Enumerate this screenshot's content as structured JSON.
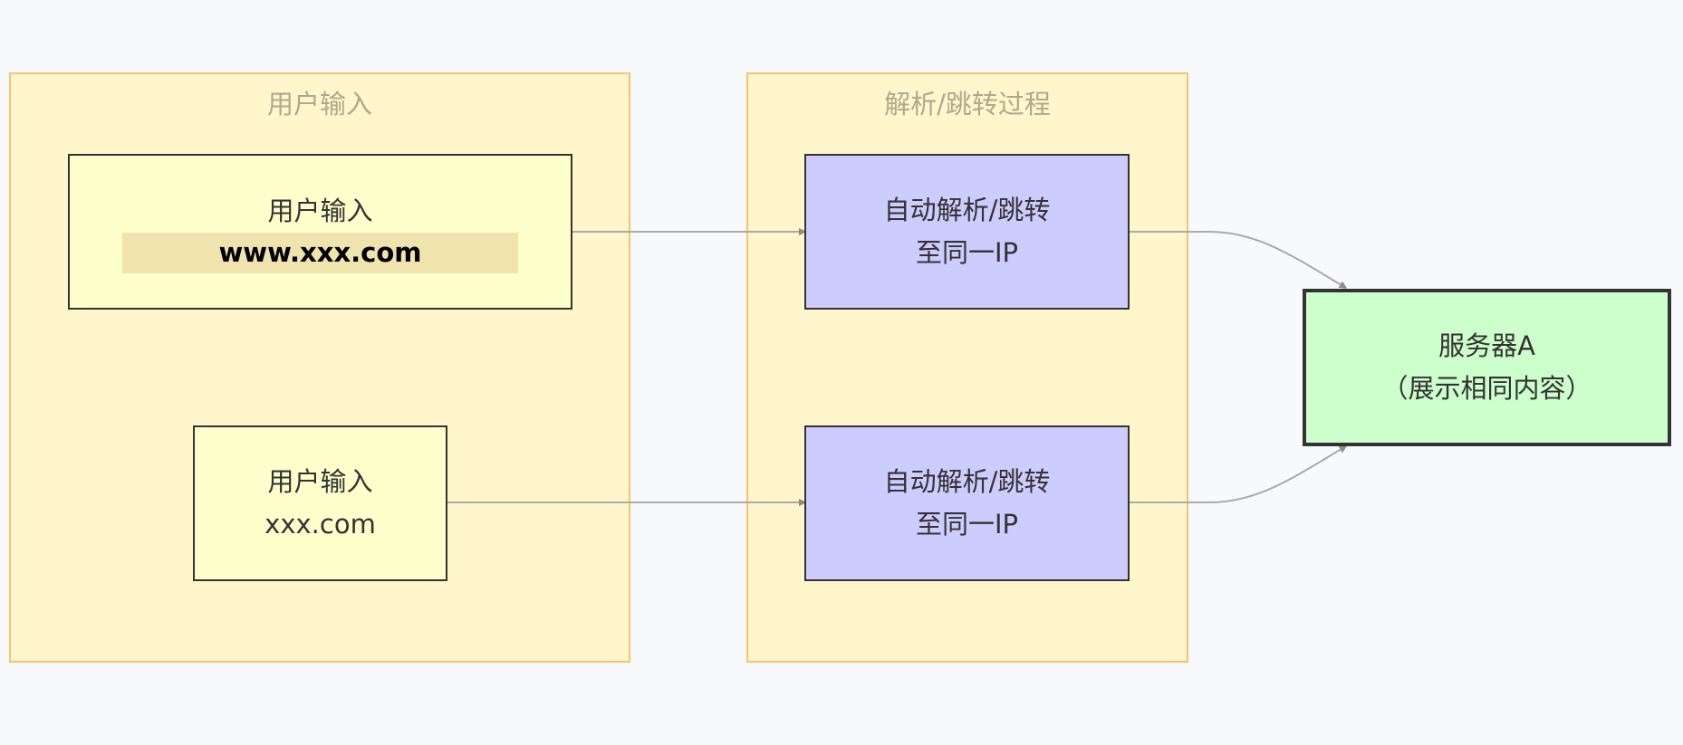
{
  "clusters": {
    "user_input": {
      "title": "用户输入"
    },
    "process": {
      "title": "解析/跳转过程"
    }
  },
  "nodes": {
    "input_www": {
      "line1": "用户输入",
      "line2": "www.xxx.com"
    },
    "input_bare": {
      "line1": "用户输入",
      "line2": "xxx.com"
    },
    "resolve_1": {
      "line1": "自动解析/跳转",
      "line2": "至同一IP"
    },
    "resolve_2": {
      "line1": "自动解析/跳转",
      "line2": "至同一IP"
    },
    "server": {
      "line1": "服务器A",
      "line2": "（展示相同内容）"
    }
  },
  "colors": {
    "cluster_fill": "#fff6cc",
    "cluster_border": "#f5c46a",
    "input_fill": "#ffffcc",
    "resolve_fill": "#ccccff",
    "server_fill": "#ccffcc",
    "edge": "#aaaaaa"
  }
}
